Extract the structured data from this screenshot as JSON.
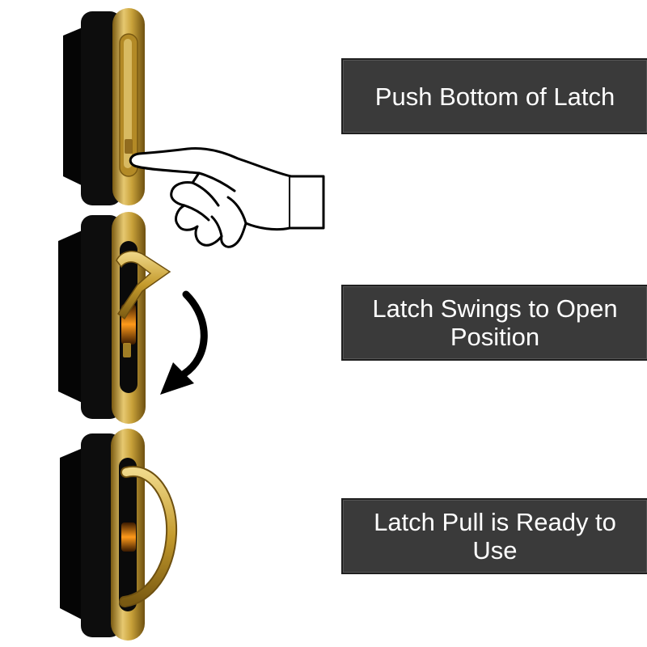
{
  "steps": [
    {
      "label": "Push Bottom of Latch"
    },
    {
      "label": "Latch Swings to Open Position"
    },
    {
      "label": "Latch Pull is Ready to Use"
    }
  ],
  "colors": {
    "label_background": "#3a3a3a",
    "label_text": "#ffffff",
    "brass": "#c9a23a",
    "housing": "#0d0d0d"
  },
  "icons": [
    "hand-pointing-icon",
    "curved-arrow-icon"
  ]
}
